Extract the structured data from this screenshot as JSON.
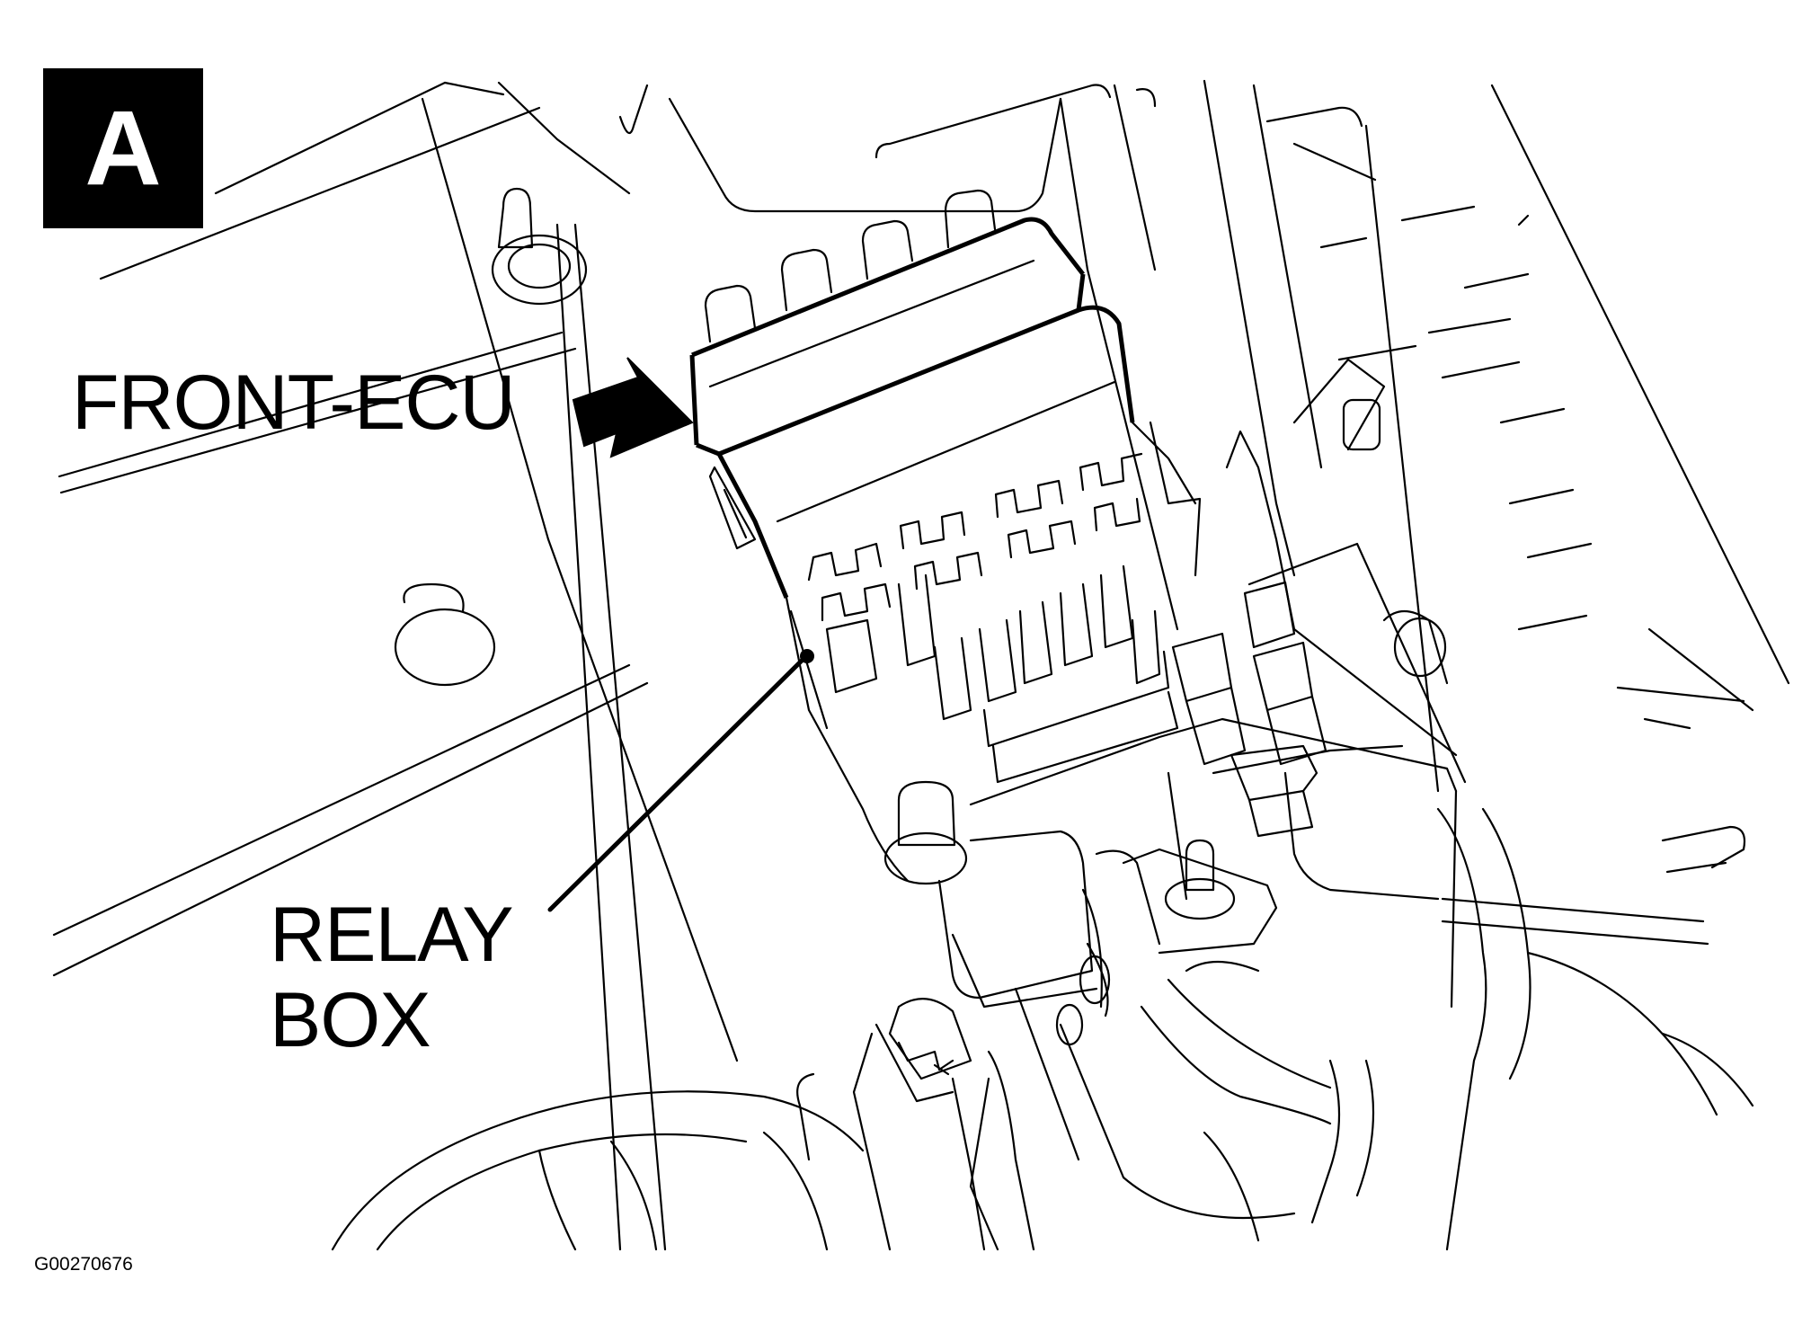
{
  "panel": {
    "letter": "A"
  },
  "callouts": {
    "front_ecu": "FRONT-ECU",
    "relay_box_line1": "RELAY",
    "relay_box_line2": "BOX"
  },
  "figure_id": "G00270676",
  "colors": {
    "ink": "#000000",
    "paper": "#ffffff"
  }
}
